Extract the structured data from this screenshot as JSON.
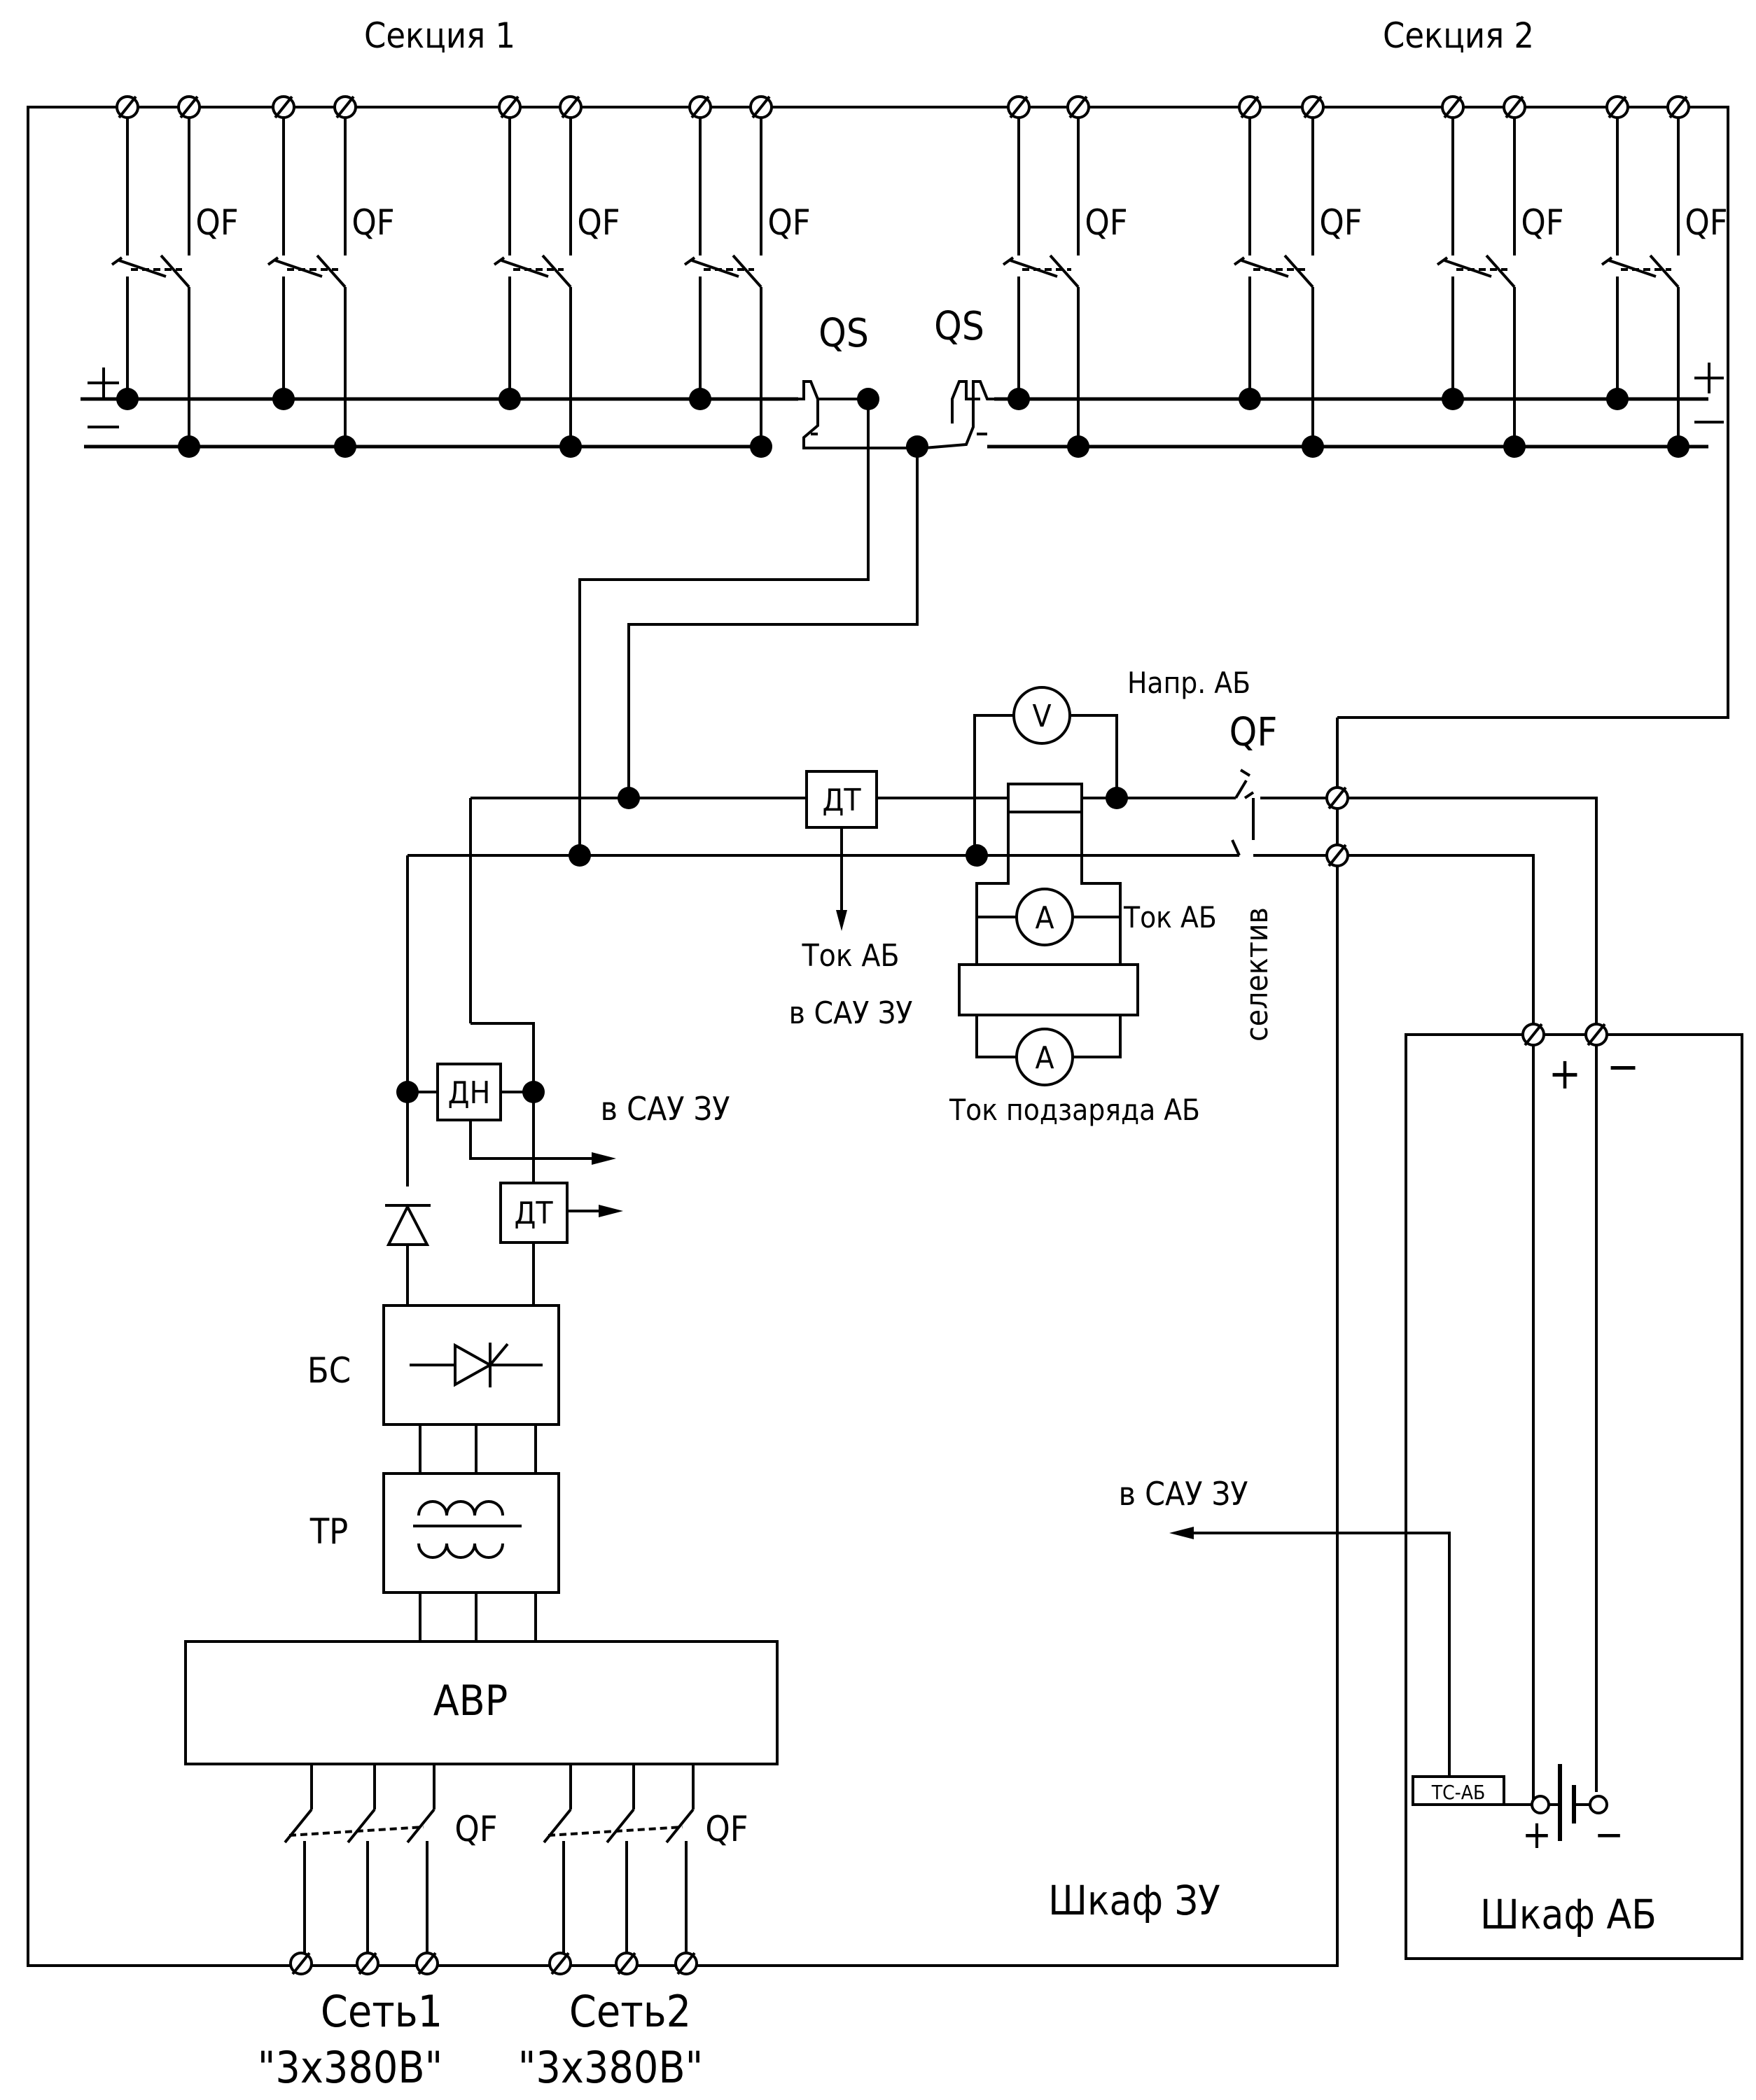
{
  "sections": {
    "left": "Секция 1",
    "right": "Секция 2"
  },
  "breaker_label": "QF",
  "disconnector_label": "QS",
  "polarity": {
    "plus": "+",
    "minus": "−"
  },
  "labels": {
    "napr_ab": "Напр. АБ",
    "tok_ab": "Ток АБ",
    "tok_ab_sau_1": "Ток АБ",
    "tok_ab_sau_2": "в САУ ЗУ",
    "tok_podzaryada": "Ток подзаряда АБ",
    "selektiv": "селектив",
    "v_sau_zu_1": "в САУ ЗУ",
    "v_sau_zu_2": "в САУ ЗУ"
  },
  "blocks": {
    "dt": "ДТ",
    "dn": "ДН",
    "bs": "БС",
    "tr": "ТР",
    "avr": "АВР",
    "ts_ab": "ТС-АБ",
    "voltmeter": "V",
    "ammeter": "A"
  },
  "cabinets": {
    "zu": "Шкаф ЗУ",
    "ab": "Шкаф АБ"
  },
  "networks": [
    {
      "name": "Сеть1",
      "spec": "\"3х380В\""
    },
    {
      "name": "Сеть2",
      "spec": "\"3х380В\""
    }
  ]
}
